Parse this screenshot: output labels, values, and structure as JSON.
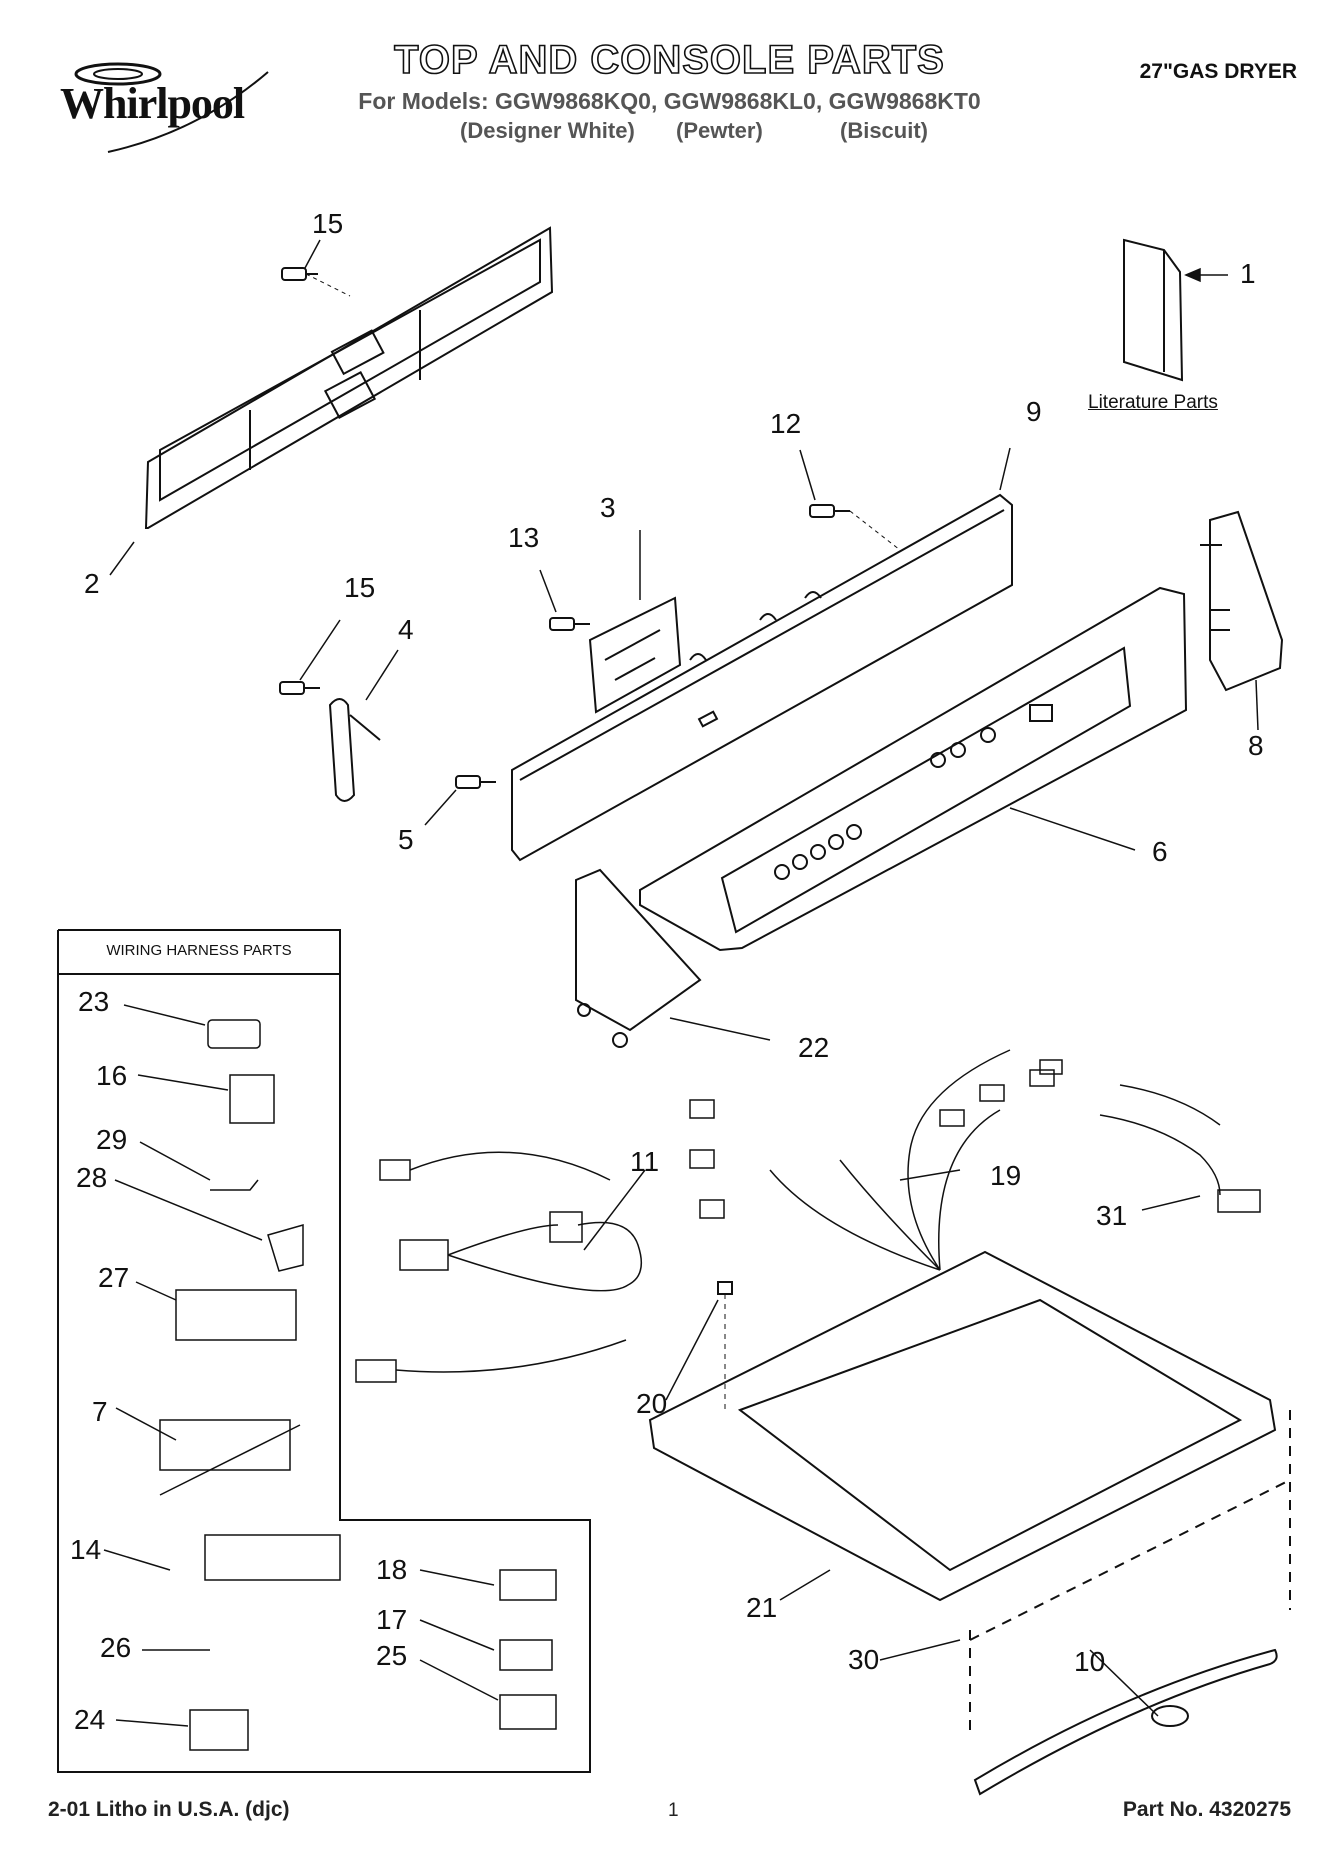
{
  "header": {
    "brand": "Whirlpool",
    "title": "TOP AND CONSOLE PARTS",
    "models_line": "For Models: GGW9868KQ0, GGW9868KL0, GGW9868KT0",
    "color_1": "(Designer White)",
    "color_2": "(Pewter)",
    "color_3": "(Biscuit)",
    "product": "27\"GAS DRYER"
  },
  "literature_label": "Literature Parts",
  "harness_box_title": "WIRING HARNESS PARTS",
  "callouts": {
    "n1": "1",
    "n2": "2",
    "n3": "3",
    "n4": "4",
    "n5": "5",
    "n6": "6",
    "n7": "7",
    "n8": "8",
    "n9": "9",
    "n10": "10",
    "n11": "11",
    "n12": "12",
    "n13": "13",
    "n14": "14",
    "n15a": "15",
    "n15b": "15",
    "n16": "16",
    "n17": "17",
    "n18": "18",
    "n19": "19",
    "n20": "20",
    "n21": "21",
    "n22": "22",
    "n23": "23",
    "n24": "24",
    "n25": "25",
    "n26": "26",
    "n27": "27",
    "n28": "28",
    "n29": "29",
    "n30": "30",
    "n31": "31"
  },
  "footer": {
    "left": "2-01 Litho in U.S.A. (djc)",
    "page": "1",
    "part_no": "Part No. 4320275"
  }
}
